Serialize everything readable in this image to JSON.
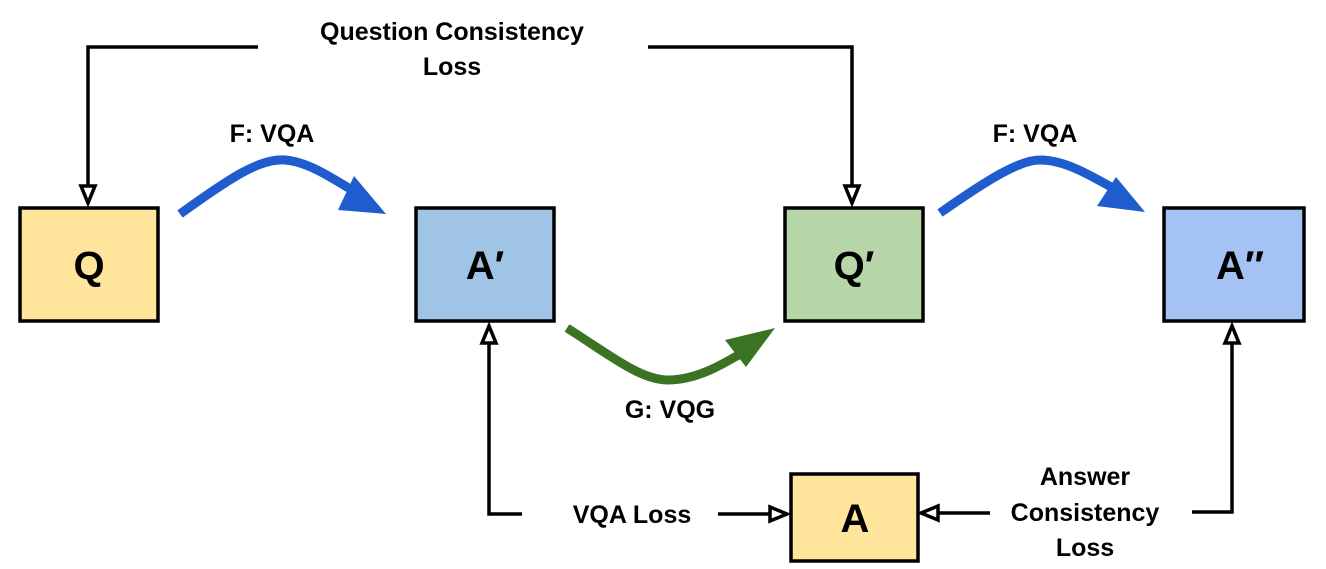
{
  "diagram": {
    "title": "VQA cycle consistency",
    "colors": {
      "question_fill": "#FFE49B",
      "answer_prime_fill": "#A0C4E6",
      "question_prime_fill": "#B7D7A8",
      "answer_double_prime_fill": "#A4C2F4",
      "answer_gt_fill": "#FFE49B",
      "vqa_arrow": "#1F5CCE",
      "vqg_arrow": "#3A7422",
      "line": "#000000"
    },
    "nodes": {
      "q": {
        "label": "Q"
      },
      "a_prime": {
        "label": "A′"
      },
      "q_prime": {
        "label": "Q′"
      },
      "a_double_prime": {
        "label": "A″"
      },
      "a": {
        "label": "A"
      }
    },
    "edges": {
      "f_vqa_1": {
        "label": "F: VQA"
      },
      "g_vqg": {
        "label": "G: VQG"
      },
      "f_vqa_2": {
        "label": "F: VQA"
      },
      "question_consistency_loss": {
        "line1": "Question Consistency",
        "line2": "Loss"
      },
      "vqa_loss": {
        "label": "VQA Loss"
      },
      "answer_consistency_loss": {
        "line1": "Answer",
        "line2": "Consistency",
        "line3": "Loss"
      }
    }
  }
}
